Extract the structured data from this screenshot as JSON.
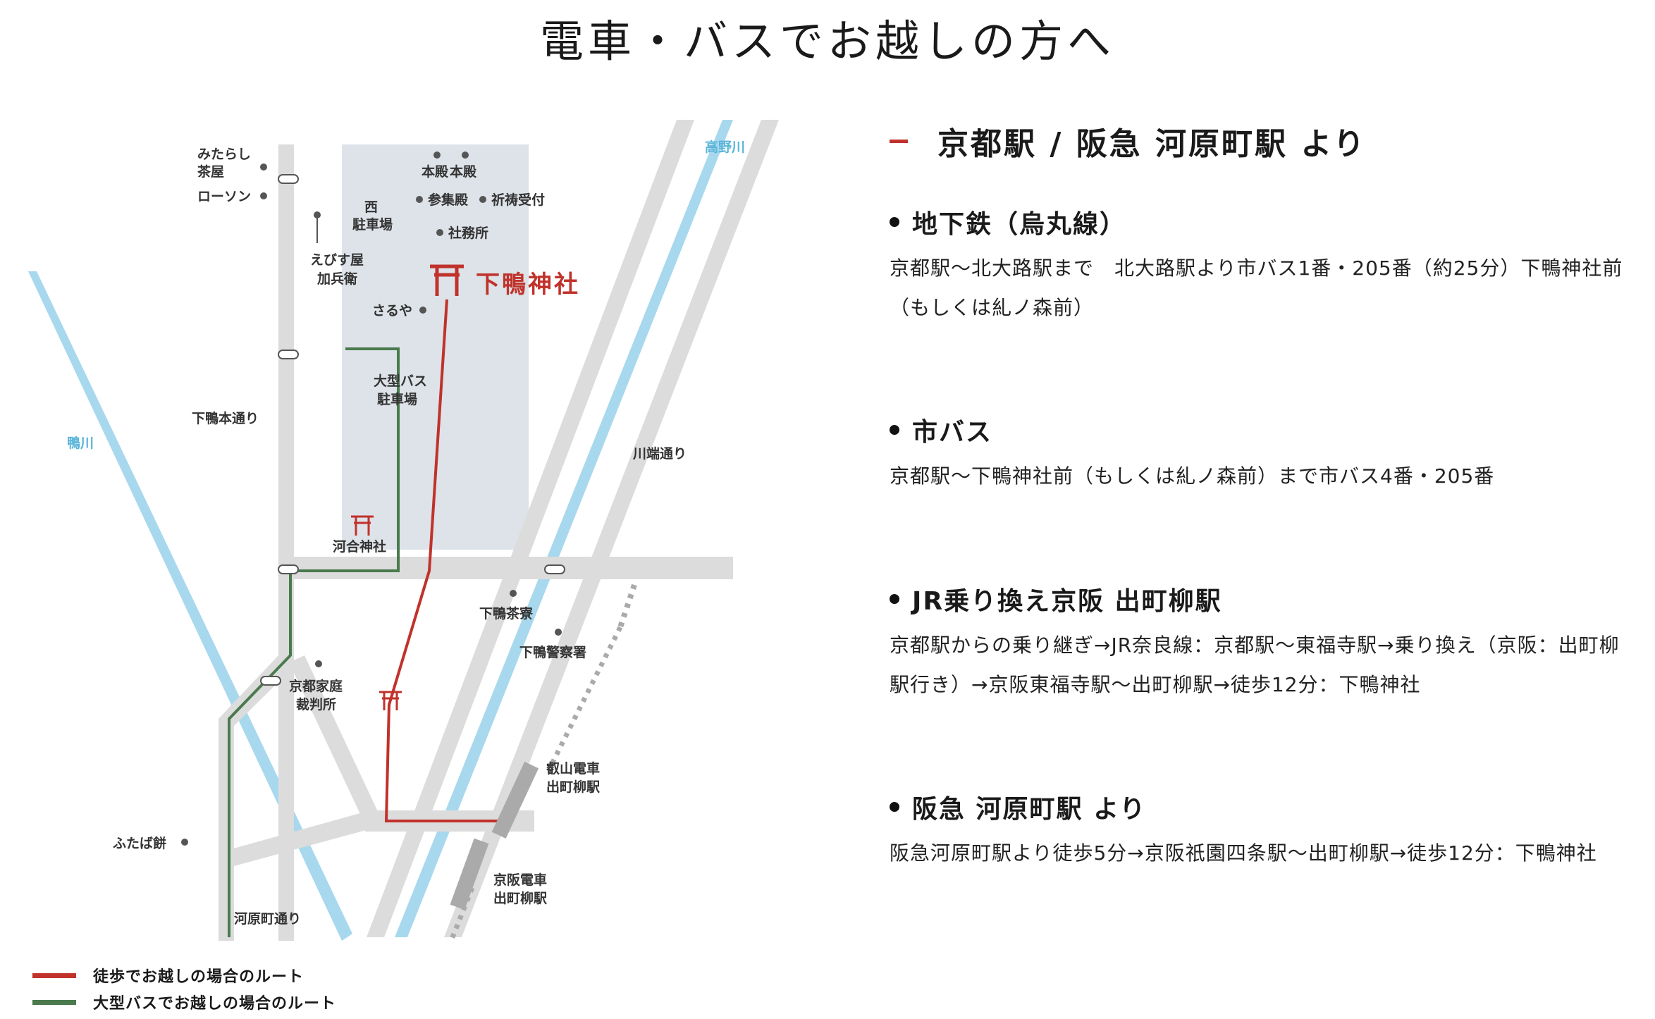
{
  "page": {
    "title": "電車・バスでお越しの方へ"
  },
  "colors": {
    "walk_route": "#c0322b",
    "bus_route": "#4a7a4e",
    "river": "#a8d8ee",
    "road": "#dcdcdc",
    "shrine_area": "#dde3e8"
  },
  "map": {
    "labels": {
      "mitarashi": [
        "みたらし",
        "茶屋"
      ],
      "lawson": "ローソン",
      "west_parking": [
        "西",
        "駐車場"
      ],
      "honden1": "本殿",
      "honden2": "本殿",
      "sanshuden": "参集殿",
      "kitou": "祈祷受付",
      "shamusho": "社務所",
      "ebisuya": [
        "えびす屋",
        "加兵衛"
      ],
      "shimogamo": "下鴨神社",
      "saruya": "さるや",
      "bus_parking": [
        "大型バス",
        "駐車場"
      ],
      "shimogamo_hondori": "下鴨本通り",
      "kamogawa": "鴨川",
      "kawabata": "川端通り",
      "takano": "高野川",
      "kawai": "河合神社",
      "saryo": "下鴨茶寮",
      "police": "下鴨警察署",
      "court": [
        "京都家庭",
        "裁判所"
      ],
      "eizan": [
        "叡山電車",
        "出町柳駅"
      ],
      "futaba": "ふたば餅",
      "keihan": [
        "京阪電車",
        "出町柳駅"
      ],
      "kawaramachi": "河原町通り"
    }
  },
  "legend": [
    {
      "label": "徒歩でお越しの場合のルート",
      "color": "#c0322b"
    },
    {
      "label": "大型バスでお越しの場合のルート",
      "color": "#4a7a4e"
    }
  ],
  "info": {
    "heading": "京都駅 / 阪急 河原町駅 より",
    "routes": [
      {
        "title": "地下鉄（烏丸線）",
        "desc": "京都駅〜北大路駅まで　北大路駅より市バス1番・205番（約25分）下鴨神社前（もしくは糺ノ森前）"
      },
      {
        "title": "市バス",
        "desc": "京都駅〜下鴨神社前（もしくは糺ノ森前）まで市バス4番・205番"
      },
      {
        "title": "JR乗り換え京阪 出町柳駅",
        "desc": "京都駅からの乗り継ぎ→JR奈良線：京都駅〜東福寺駅→乗り換え（京阪：出町柳駅行き）→京阪東福寺駅〜出町柳駅→徒歩12分：下鴨神社"
      },
      {
        "title": "阪急 河原町駅 より",
        "desc": "阪急河原町駅より徒歩5分→京阪祇園四条駅〜出町柳駅→徒歩12分：下鴨神社"
      }
    ]
  }
}
